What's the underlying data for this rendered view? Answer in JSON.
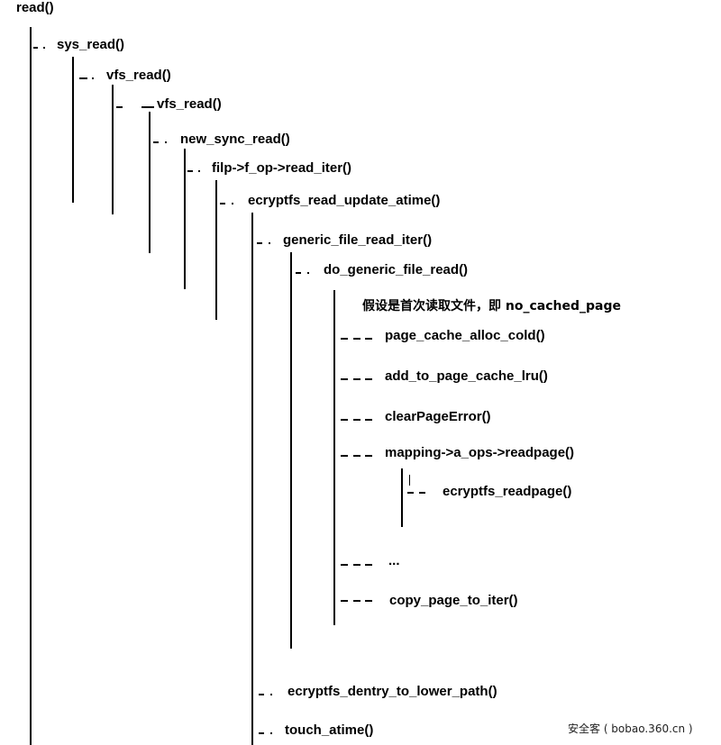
{
  "diagram": {
    "nodes": {
      "read": "read()",
      "sys_read": "sys_read()",
      "vfs_read_1": "vfs_read()",
      "vfs_read_2": "vfs_read()",
      "new_sync_read": "new_sync_read()",
      "read_iter": "filp->f_op->read_iter()",
      "ecryptfs_read_update_atime": "ecryptfs_read_update_atime()",
      "generic_file_read_iter": "generic_file_read_iter()",
      "do_generic_file_read": "do_generic_file_read()",
      "note": "假设是首次读取文件，即 no_cached_page",
      "page_cache_alloc_cold": "page_cache_alloc_cold()",
      "add_to_page_cache_lru": "add_to_page_cache_lru()",
      "clearPageError": "clearPageError()",
      "readpage": "mapping->a_ops->readpage()",
      "ecryptfs_readpage": "ecryptfs_readpage()",
      "ellipsis": "...",
      "copy_page_to_iter": "copy_page_to_iter()",
      "ecryptfs_dentry_to_lower_path": "ecryptfs_dentry_to_lower_path()",
      "touch_atime": "touch_atime()"
    },
    "watermark": "安全客 ( bobao.360.cn )"
  }
}
